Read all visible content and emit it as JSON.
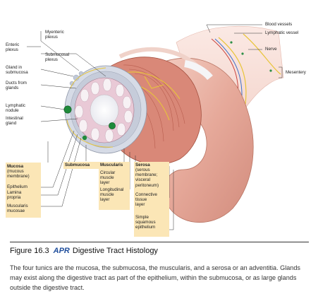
{
  "labels": {
    "myenteric_plexus": "Myenteric\nplexus",
    "enteric_plexus": "Enteric\nplexus",
    "submucosal_plexus": "Submucosal\nplexus",
    "gland_in_submucosa": "Gland in\nsubmucosa",
    "ducts_from_glands": "Ducts from\nglands",
    "lymphatic_nodule": "Lymphatic\nnodule",
    "intestinal_gland": "Intestinal\ngland",
    "blood_vessels": "Blood vessels",
    "lymphatic_vessel": "Lymphatic vessel",
    "nerve": "Nerve",
    "mesentery": "Mesentery",
    "mucosa_title": "Mucosa",
    "mucosa_sub": "(mucous\nmembrane)",
    "epithelium": "Epithelium",
    "lamina_propria": "Lamina\npropria",
    "muscularis_mucosae": "Muscularis\nmucosae",
    "submucosa": "Submucosa",
    "muscularis_title": "Muscularis",
    "circular_muscle": "Circular\nmuscle\nlayer",
    "longitudinal_muscle": "Longitudinal\nmuscle\nlayer",
    "serosa_title": "Serosa",
    "serosa_sub": "(serous\nmembrane;\nvisceral\nperitoneum)",
    "connective_tissue": "Connective\ntissue\nlayer",
    "simple_squamous": "Simple\nsquamous\nepithelium"
  },
  "figure": {
    "number": "Figure 16.3",
    "badge": "APR",
    "title": "Digestive Tract Histology",
    "caption": "The four tunics are the mucosa, the submucosa, the muscularis, and a serosa or an adventitia. Glands may exist along the digestive tract as part of the epithelium, within the submucosa, or as large glands outside the digestive tract."
  },
  "colors": {
    "muscle": "#d98878",
    "muscle_dark": "#b85d4e",
    "submucosa": "#d6dbe6",
    "gland": "#bfc8d8",
    "lymph_nodule": "#1f8a3a",
    "nerve": "#e8c53a",
    "label_box": "#fbe6b6",
    "badge": "#1f4e9c"
  }
}
